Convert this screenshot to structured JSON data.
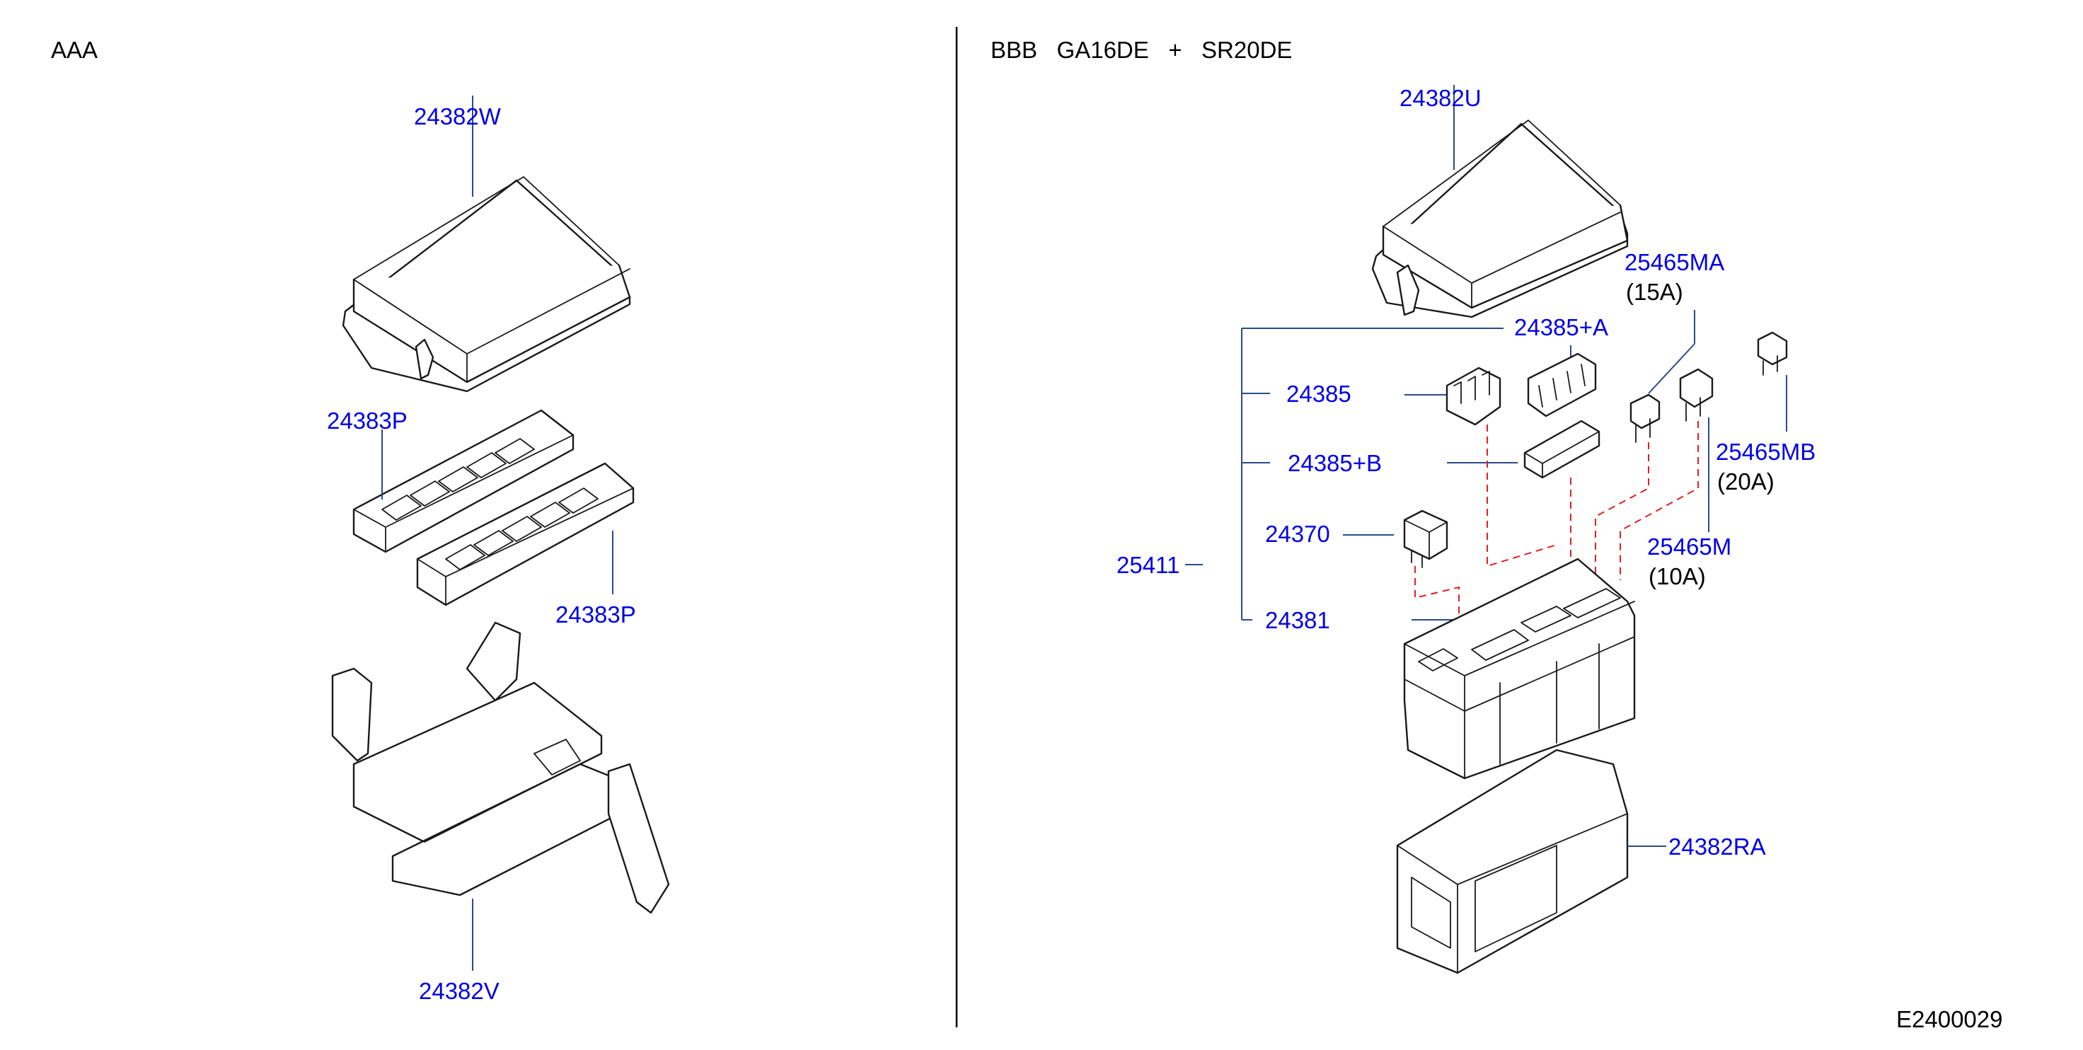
{
  "colors": {
    "callout": "#0000e6",
    "text": "#000000",
    "leader": "#2a4a8a",
    "dashed": "#e02020"
  },
  "headers": {
    "left": "AAA",
    "right": "BBB   GA16DE   +   SR20DE"
  },
  "diagram_code": "E2400029",
  "callouts": {
    "c24382W": "24382W",
    "c24383P_top": "24383P",
    "c24383P_bottom": "24383P",
    "c24382V": "24382V",
    "c24382U": "24382U",
    "c25465MA": "25465MA",
    "c25465MA_rating": "(15A)",
    "c24385A": "24385+A",
    "c24385": "24385",
    "c24385B": "24385+B",
    "c25411": "25411",
    "c24370": "24370",
    "c24381": "24381",
    "c25465MB": "25465MB",
    "c25465MB_rating": "(20A)",
    "c25465M": "25465M",
    "c25465M_rating": "(10A)",
    "c24382RA": "24382RA"
  }
}
